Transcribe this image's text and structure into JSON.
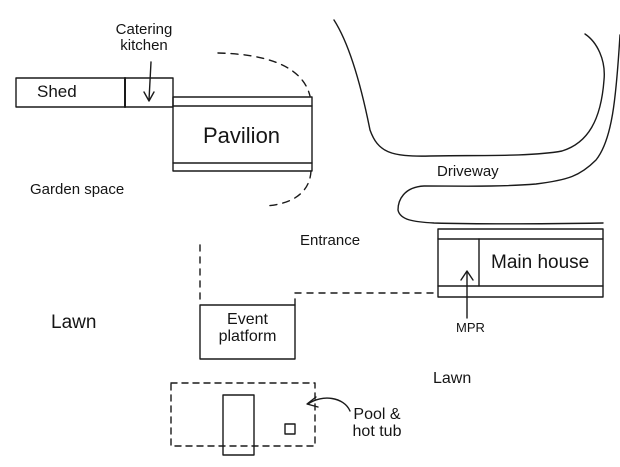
{
  "labels": {
    "catering_kitchen": [
      "Catering",
      "kitchen"
    ],
    "shed": "Shed",
    "pavilion": "Pavilion",
    "garden_space": "Garden space",
    "driveway": "Driveway",
    "entrance": "Entrance",
    "main_house": "Main house",
    "mpr": "MPR",
    "lawn_left": "Lawn",
    "lawn_right": "Lawn",
    "event_platform": [
      "Event",
      "platform"
    ],
    "pool_hot_tub": [
      "Pool &",
      "hot tub"
    ]
  },
  "colors": {
    "ink": "#1a1a1a",
    "paper": "#ffffff"
  }
}
